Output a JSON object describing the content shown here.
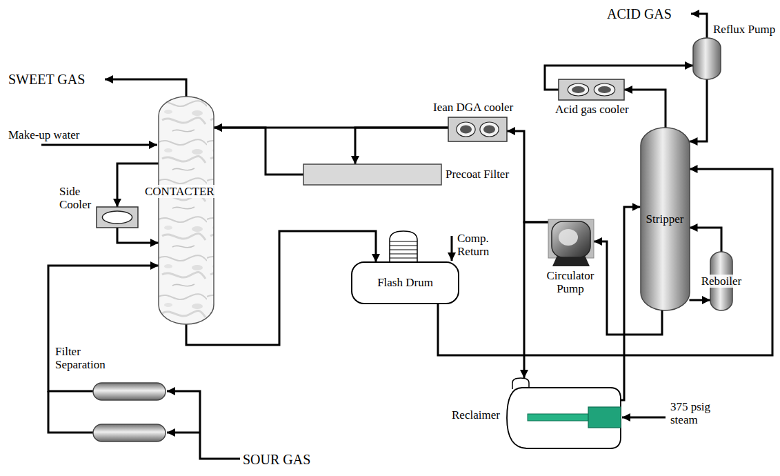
{
  "diagram": {
    "nodes": [
      {
        "text": [
          "CONTACTER"
        ]
      },
      {
        "text": [
          "Side Cooler"
        ]
      },
      {
        "text": [
          "Precoat Filter"
        ]
      },
      {
        "text": [
          "Iean DGA cooler"
        ]
      },
      {
        "text": [
          "Acid gas cooler"
        ]
      },
      {
        "text": [
          "Reflux Pump"
        ]
      },
      {
        "text": [
          "Stripper"
        ]
      },
      {
        "text": [
          "Reboiler"
        ]
      },
      {
        "text": [
          "Flash Drum"
        ]
      },
      {
        "text": [
          "Circulator Pump"
        ]
      },
      {
        "text": [
          "Filter Separation"
        ]
      },
      {
        "text": [
          "Reclaimer"
        ]
      }
    ],
    "edges": [
      {
        "from": 10,
        "to": 0,
        "arrow": "to"
      },
      {
        "from": 0,
        "to": 1,
        "arrow": "to"
      },
      {
        "from": 1,
        "to": 0,
        "arrow": "to"
      },
      {
        "from": 0,
        "to": 8,
        "arrow": "to"
      },
      {
        "from": 8,
        "to": 6,
        "arrow": "to"
      },
      {
        "from": 6,
        "to": 9,
        "arrow": "to"
      },
      {
        "from": 9,
        "to": 3,
        "arrow": "to"
      },
      {
        "from": 3,
        "to": 0,
        "arrow": "to"
      },
      {
        "from": 3,
        "to": 2,
        "arrow": "to"
      },
      {
        "from": 2,
        "to": 0,
        "arrow": "to"
      },
      {
        "from": 6,
        "to": 4,
        "arrow": "to"
      },
      {
        "from": 4,
        "to": 5,
        "arrow": "to"
      },
      {
        "from": 5,
        "to": 6,
        "arrow": "to"
      },
      {
        "from": 6,
        "to": 7,
        "arrow": "to"
      },
      {
        "from": 7,
        "to": 6,
        "arrow": "to"
      },
      {
        "from": 9,
        "to": 11,
        "arrow": "to"
      },
      {
        "from": 11,
        "to": 6,
        "arrow": "to"
      }
    ],
    "labels": [
      "SWEET GAS",
      "Make-up water",
      "ACID GAS",
      "Comp. Return",
      "375 psig steam",
      "SOUR GAS"
    ]
  }
}
